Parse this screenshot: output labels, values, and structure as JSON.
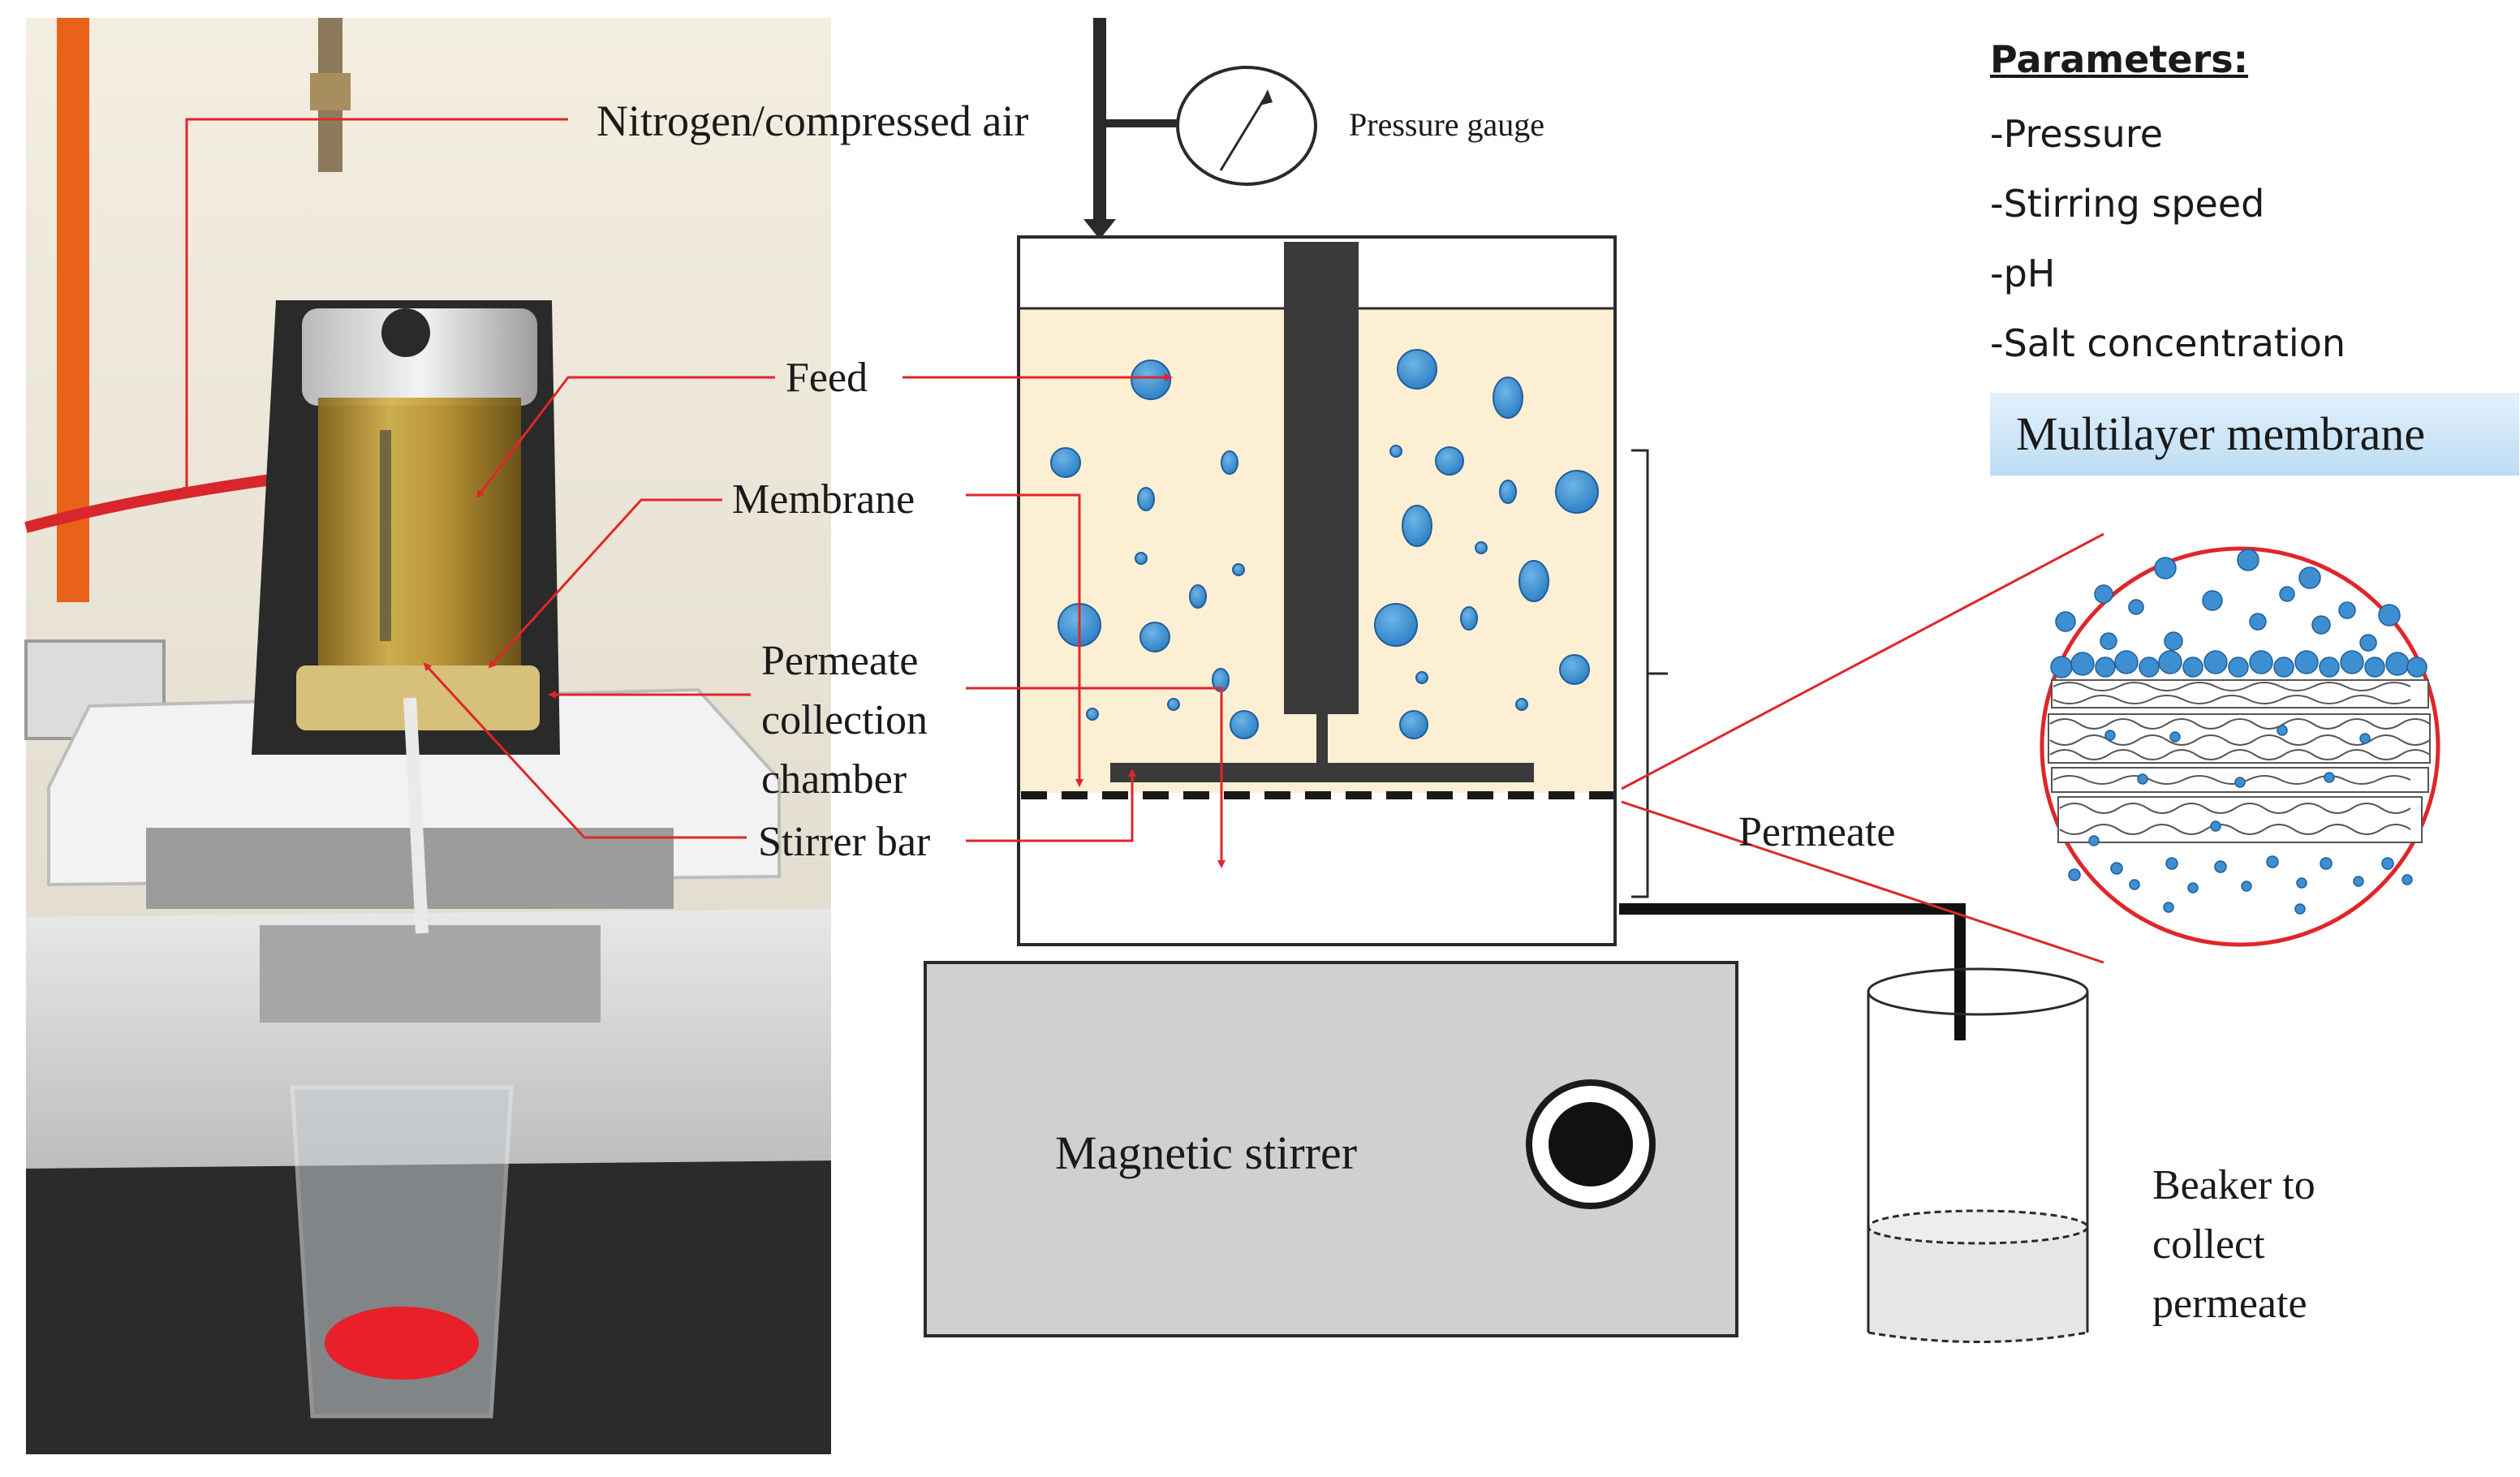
{
  "labels": {
    "nitrogen": "Nitrogen/compressed air",
    "pressure_gauge": "Pressure gauge",
    "feed": "Feed",
    "membrane": "Membrane",
    "permeate_chamber": "Permeate collection chamber",
    "stirrer_bar": "Stirrer bar",
    "permeate": "Permeate",
    "magnetic_stirrer": "Magnetic stirrer",
    "beaker": "Beaker to collect permeate"
  },
  "parameters": {
    "title": "Parameters:",
    "items": [
      "-Pressure",
      "-Stirring speed",
      "-pH",
      "-Salt concentration"
    ]
  },
  "multilayer_label": "Multilayer membrane",
  "colors": {
    "feed_fill": "#fdefd4",
    "droplet": "#3d8fd1",
    "arrow_red": "#e0262a",
    "stirrer_gray": "#d0d0d0",
    "dark_rod": "#3a3a3a"
  }
}
